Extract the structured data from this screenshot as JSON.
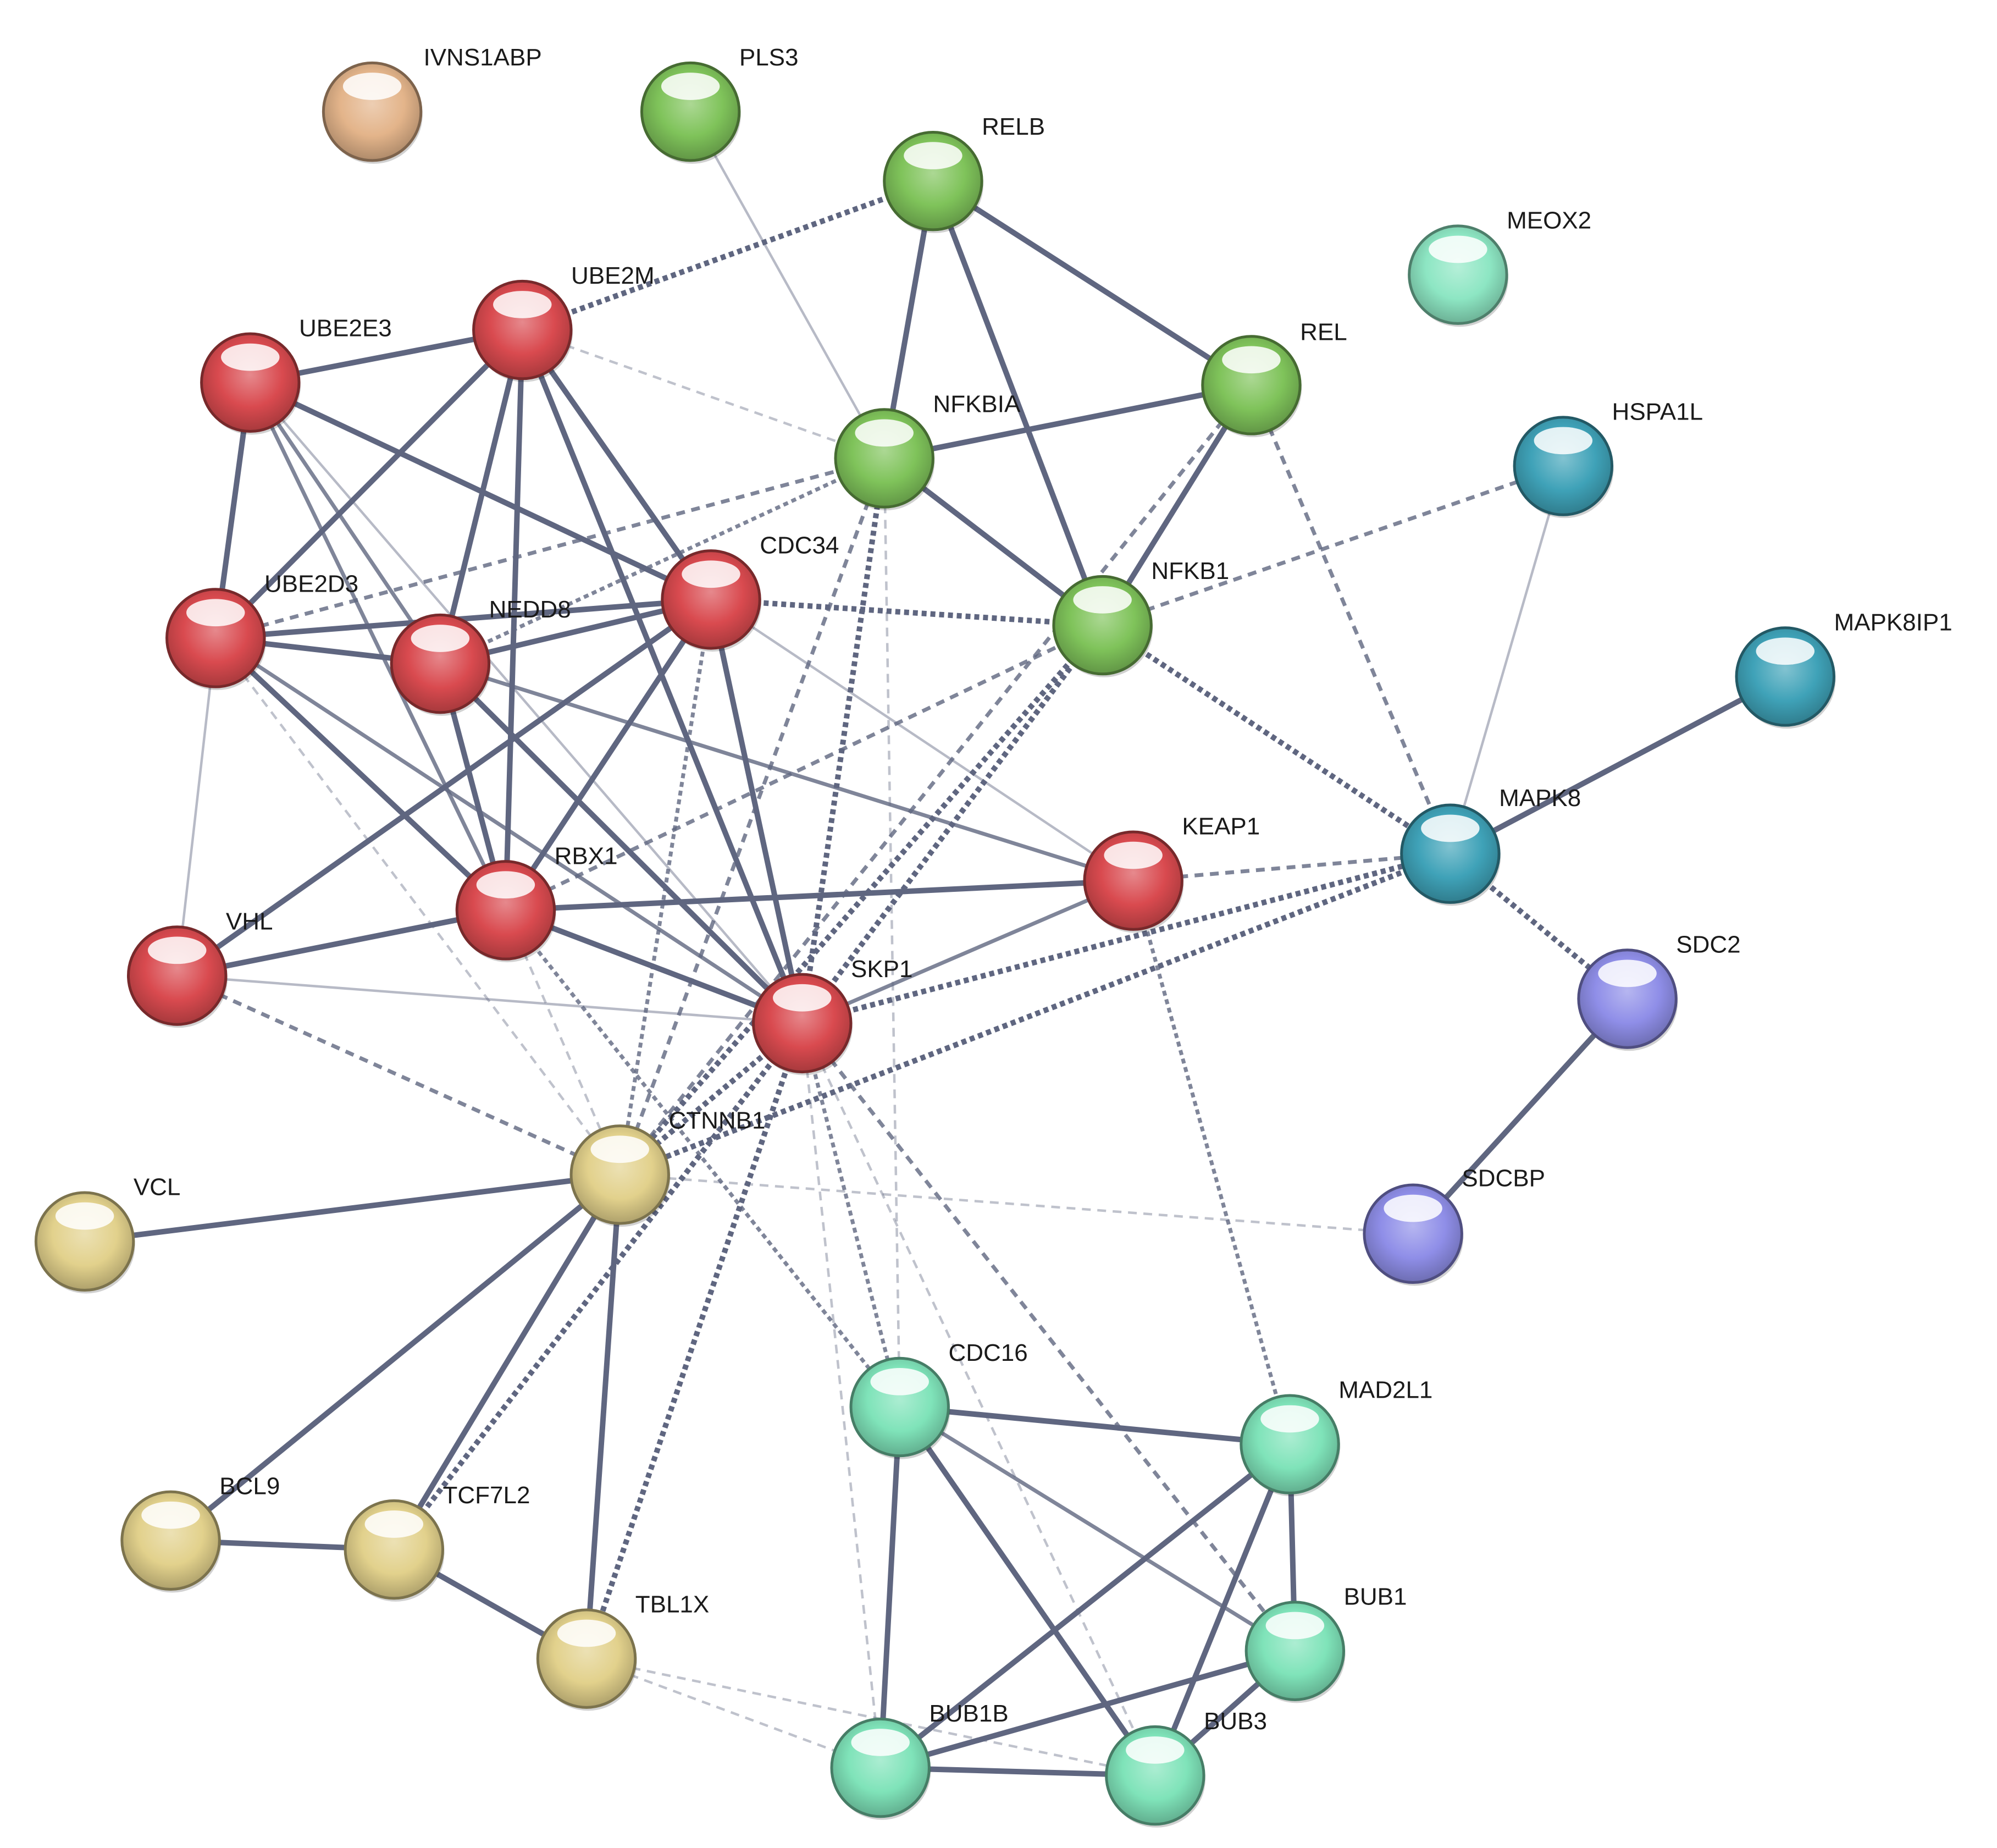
{
  "clusters": {
    "red": "#d94a4f",
    "green": "#7fc35a",
    "tan": "#e2d18c",
    "mint": "#7fe3b9",
    "teal": "#3fa2b8",
    "purple": "#8f8ee8",
    "peach": "#e3b48a",
    "seafoam": "#8de6c3"
  },
  "edge_color": "#5f6680",
  "nodes": [
    {
      "id": "IVNS1ABP",
      "label": "IVNS1ABP",
      "cluster": "peach"
    },
    {
      "id": "PLS3",
      "label": "PLS3",
      "cluster": "green"
    },
    {
      "id": "RELB",
      "label": "RELB",
      "cluster": "green"
    },
    {
      "id": "MEOX2",
      "label": "MEOX2",
      "cluster": "seafoam"
    },
    {
      "id": "UBE2M",
      "label": "UBE2M",
      "cluster": "red"
    },
    {
      "id": "UBE2E3",
      "label": "UBE2E3",
      "cluster": "red"
    },
    {
      "id": "REL",
      "label": "REL",
      "cluster": "green"
    },
    {
      "id": "NFKBIA",
      "label": "NFKBIA",
      "cluster": "green"
    },
    {
      "id": "HSPA1L",
      "label": "HSPA1L",
      "cluster": "teal"
    },
    {
      "id": "CDC34",
      "label": "CDC34",
      "cluster": "red"
    },
    {
      "id": "UBE2D3",
      "label": "UBE2D3",
      "cluster": "red"
    },
    {
      "id": "NEDD8",
      "label": "NEDD8",
      "cluster": "red"
    },
    {
      "id": "NFKB1",
      "label": "NFKB1",
      "cluster": "green"
    },
    {
      "id": "MAPK8IP1",
      "label": "MAPK8IP1",
      "cluster": "teal"
    },
    {
      "id": "MAPK8",
      "label": "MAPK8",
      "cluster": "teal"
    },
    {
      "id": "KEAP1",
      "label": "KEAP1",
      "cluster": "red"
    },
    {
      "id": "RBX1",
      "label": "RBX1",
      "cluster": "red"
    },
    {
      "id": "VHL",
      "label": "VHL",
      "cluster": "red"
    },
    {
      "id": "SKP1",
      "label": "SKP1",
      "cluster": "red"
    },
    {
      "id": "SDC2",
      "label": "SDC2",
      "cluster": "purple"
    },
    {
      "id": "CTNNB1",
      "label": "CTNNB1",
      "cluster": "tan"
    },
    {
      "id": "VCL",
      "label": "VCL",
      "cluster": "tan"
    },
    {
      "id": "SDCBP",
      "label": "SDCBP",
      "cluster": "purple"
    },
    {
      "id": "CDC16",
      "label": "CDC16",
      "cluster": "mint"
    },
    {
      "id": "MAD2L1",
      "label": "MAD2L1",
      "cluster": "mint"
    },
    {
      "id": "BCL9",
      "label": "BCL9",
      "cluster": "tan"
    },
    {
      "id": "TCF7L2",
      "label": "TCF7L2",
      "cluster": "tan"
    },
    {
      "id": "BUB1",
      "label": "BUB1",
      "cluster": "mint"
    },
    {
      "id": "TBL1X",
      "label": "TBL1X",
      "cluster": "tan"
    },
    {
      "id": "BUB1B",
      "label": "BUB1B",
      "cluster": "mint"
    },
    {
      "id": "BUB3",
      "label": "BUB3",
      "cluster": "mint"
    }
  ],
  "edges": [
    {
      "source": "UBE2E3",
      "target": "UBE2M",
      "style": "solid",
      "strength": "strong"
    },
    {
      "source": "UBE2E3",
      "target": "UBE2D3",
      "style": "solid",
      "strength": "strong"
    },
    {
      "source": "UBE2E3",
      "target": "CDC34",
      "style": "solid",
      "strength": "strong"
    },
    {
      "source": "UBE2E3",
      "target": "NEDD8",
      "style": "solid",
      "strength": "medium"
    },
    {
      "source": "UBE2E3",
      "target": "RBX1",
      "style": "solid",
      "strength": "medium"
    },
    {
      "source": "UBE2E3",
      "target": "SKP1",
      "style": "solid",
      "strength": "weak"
    },
    {
      "source": "UBE2M",
      "target": "UBE2D3",
      "style": "solid",
      "strength": "strong"
    },
    {
      "source": "UBE2M",
      "target": "NEDD8",
      "style": "solid",
      "strength": "strong"
    },
    {
      "source": "UBE2M",
      "target": "RBX1",
      "style": "solid",
      "strength": "strong"
    },
    {
      "source": "UBE2M",
      "target": "CDC34",
      "style": "solid",
      "strength": "strong"
    },
    {
      "source": "UBE2M",
      "target": "SKP1",
      "style": "solid",
      "strength": "strong"
    },
    {
      "source": "UBE2M",
      "target": "RELB",
      "style": "dotted",
      "strength": "strong"
    },
    {
      "source": "UBE2M",
      "target": "NFKBIA",
      "style": "dashed",
      "strength": "light"
    },
    {
      "source": "UBE2D3",
      "target": "NEDD8",
      "style": "solid",
      "strength": "strong"
    },
    {
      "source": "UBE2D3",
      "target": "CDC34",
      "style": "solid",
      "strength": "strong"
    },
    {
      "source": "UBE2D3",
      "target": "RBX1",
      "style": "solid",
      "strength": "strong"
    },
    {
      "source": "UBE2D3",
      "target": "VHL",
      "style": "solid",
      "strength": "weak"
    },
    {
      "source": "UBE2D3",
      "target": "SKP1",
      "style": "solid",
      "strength": "medium"
    },
    {
      "source": "UBE2D3",
      "target": "NFKBIA",
      "style": "dashed",
      "strength": "medium"
    },
    {
      "source": "UBE2D3",
      "target": "CTNNB1",
      "style": "dashed",
      "strength": "light"
    },
    {
      "source": "NEDD8",
      "target": "CDC34",
      "style": "solid",
      "strength": "strong"
    },
    {
      "source": "NEDD8",
      "target": "RBX1",
      "style": "solid",
      "strength": "strong"
    },
    {
      "source": "NEDD8",
      "target": "SKP1",
      "style": "solid",
      "strength": "strong"
    },
    {
      "source": "NEDD8",
      "target": "KEAP1",
      "style": "solid",
      "strength": "medium"
    },
    {
      "source": "NEDD8",
      "target": "NFKBIA",
      "style": "dotted",
      "strength": "medium"
    },
    {
      "source": "CDC34",
      "target": "RBX1",
      "style": "solid",
      "strength": "strong"
    },
    {
      "source": "CDC34",
      "target": "SKP1",
      "style": "solid",
      "strength": "strong"
    },
    {
      "source": "CDC34",
      "target": "VHL",
      "style": "solid",
      "strength": "strong"
    },
    {
      "source": "CDC34",
      "target": "KEAP1",
      "style": "solid",
      "strength": "weak"
    },
    {
      "source": "CDC34",
      "target": "NFKB1",
      "style": "dotted",
      "strength": "strong"
    },
    {
      "source": "CDC34",
      "target": "CTNNB1",
      "style": "dotted",
      "strength": "medium"
    },
    {
      "source": "RBX1",
      "target": "VHL",
      "style": "solid",
      "strength": "strong"
    },
    {
      "source": "RBX1",
      "target": "SKP1",
      "style": "solid",
      "strength": "strong"
    },
    {
      "source": "RBX1",
      "target": "KEAP1",
      "style": "solid",
      "strength": "strong"
    },
    {
      "source": "RBX1",
      "target": "NFKB1",
      "style": "dashed",
      "strength": "medium"
    },
    {
      "source": "RBX1",
      "target": "CTNNB1",
      "style": "dashed",
      "strength": "light"
    },
    {
      "source": "RBX1",
      "target": "CDC16",
      "style": "dotted",
      "strength": "medium"
    },
    {
      "source": "VHL",
      "target": "SKP1",
      "style": "solid",
      "strength": "weak"
    },
    {
      "source": "VHL",
      "target": "CTNNB1",
      "style": "dashed",
      "strength": "medium"
    },
    {
      "source": "SKP1",
      "target": "KEAP1",
      "style": "solid",
      "strength": "medium"
    },
    {
      "source": "SKP1",
      "target": "NFKBIA",
      "style": "dotted",
      "strength": "strong"
    },
    {
      "source": "SKP1",
      "target": "NFKB1",
      "style": "dotted",
      "strength": "strong"
    },
    {
      "source": "SKP1",
      "target": "MAPK8",
      "style": "dotted",
      "strength": "strong"
    },
    {
      "source": "SKP1",
      "target": "CTNNB1",
      "style": "dotted",
      "strength": "strong"
    },
    {
      "source": "SKP1",
      "target": "CDC16",
      "style": "dotted",
      "strength": "medium"
    },
    {
      "source": "SKP1",
      "target": "BUB1",
      "style": "dashed",
      "strength": "medium"
    },
    {
      "source": "SKP1",
      "target": "BUB1B",
      "style": "dashed",
      "strength": "light"
    },
    {
      "source": "SKP1",
      "target": "BUB3",
      "style": "dashed",
      "strength": "light"
    },
    {
      "source": "SKP1",
      "target": "TCF7L2",
      "style": "dotted",
      "strength": "strong"
    },
    {
      "source": "SKP1",
      "target": "TBL1X",
      "style": "dotted",
      "strength": "strong"
    },
    {
      "source": "KEAP1",
      "target": "MAPK8",
      "style": "dashed",
      "strength": "medium"
    },
    {
      "source": "KEAP1",
      "target": "MAD2L1",
      "style": "dotted",
      "strength": "medium"
    },
    {
      "source": "PLS3",
      "target": "NFKBIA",
      "style": "solid",
      "strength": "weak"
    },
    {
      "source": "RELB",
      "target": "NFKBIA",
      "style": "solid",
      "strength": "strong"
    },
    {
      "source": "RELB",
      "target": "REL",
      "style": "solid",
      "strength": "strong"
    },
    {
      "source": "RELB",
      "target": "NFKB1",
      "style": "solid",
      "strength": "strong"
    },
    {
      "source": "REL",
      "target": "NFKBIA",
      "style": "solid",
      "strength": "strong"
    },
    {
      "source": "REL",
      "target": "NFKB1",
      "style": "solid",
      "strength": "strong"
    },
    {
      "source": "REL",
      "target": "MAPK8",
      "style": "dashed",
      "strength": "medium"
    },
    {
      "source": "REL",
      "target": "CTNNB1",
      "style": "dashed",
      "strength": "medium"
    },
    {
      "source": "NFKBIA",
      "target": "NFKB1",
      "style": "solid",
      "strength": "strong"
    },
    {
      "source": "NFKBIA",
      "target": "CTNNB1",
      "style": "dashed",
      "strength": "medium"
    },
    {
      "source": "NFKBIA",
      "target": "CDC16",
      "style": "dashed",
      "strength": "light"
    },
    {
      "source": "NFKB1",
      "target": "MAPK8",
      "style": "dotted",
      "strength": "strong"
    },
    {
      "source": "NFKB1",
      "target": "HSPA1L",
      "style": "dashed",
      "strength": "medium"
    },
    {
      "source": "NFKB1",
      "target": "CTNNB1",
      "style": "dotted",
      "strength": "strong"
    },
    {
      "source": "HSPA1L",
      "target": "MAPK8",
      "style": "solid",
      "strength": "weak"
    },
    {
      "source": "MAPK8IP1",
      "target": "MAPK8",
      "style": "solid",
      "strength": "strong"
    },
    {
      "source": "MAPK8",
      "target": "SDC2",
      "style": "dotted",
      "strength": "strong"
    },
    {
      "source": "MAPK8",
      "target": "CTNNB1",
      "style": "dotted",
      "strength": "strong"
    },
    {
      "source": "SDC2",
      "target": "SDCBP",
      "style": "solid",
      "strength": "strong"
    },
    {
      "source": "SDCBP",
      "target": "CTNNB1",
      "style": "dashed",
      "strength": "light"
    },
    {
      "source": "CTNNB1",
      "target": "VCL",
      "style": "solid",
      "strength": "strong"
    },
    {
      "source": "CTNNB1",
      "target": "BCL9",
      "style": "solid",
      "strength": "strong"
    },
    {
      "source": "CTNNB1",
      "target": "TCF7L2",
      "style": "solid",
      "strength": "strong"
    },
    {
      "source": "CTNNB1",
      "target": "TBL1X",
      "style": "solid",
      "strength": "strong"
    },
    {
      "source": "BCL9",
      "target": "TCF7L2",
      "style": "solid",
      "strength": "strong"
    },
    {
      "source": "TCF7L2",
      "target": "TBL1X",
      "style": "solid",
      "strength": "strong"
    },
    {
      "source": "TBL1X",
      "target": "BUB1B",
      "style": "dashed",
      "strength": "light"
    },
    {
      "source": "TBL1X",
      "target": "BUB3",
      "style": "dashed",
      "strength": "light"
    },
    {
      "source": "CDC16",
      "target": "MAD2L1",
      "style": "solid",
      "strength": "strong"
    },
    {
      "source": "CDC16",
      "target": "BUB1",
      "style": "solid",
      "strength": "medium"
    },
    {
      "source": "CDC16",
      "target": "BUB1B",
      "style": "solid",
      "strength": "strong"
    },
    {
      "source": "CDC16",
      "target": "BUB3",
      "style": "solid",
      "strength": "strong"
    },
    {
      "source": "MAD2L1",
      "target": "BUB1",
      "style": "solid",
      "strength": "strong"
    },
    {
      "source": "MAD2L1",
      "target": "BUB1B",
      "style": "solid",
      "strength": "strong"
    },
    {
      "source": "MAD2L1",
      "target": "BUB3",
      "style": "solid",
      "strength": "strong"
    },
    {
      "source": "BUB1",
      "target": "BUB1B",
      "style": "solid",
      "strength": "strong"
    },
    {
      "source": "BUB1",
      "target": "BUB3",
      "style": "solid",
      "strength": "strong"
    },
    {
      "source": "BUB1B",
      "target": "BUB3",
      "style": "solid",
      "strength": "strong"
    }
  ]
}
